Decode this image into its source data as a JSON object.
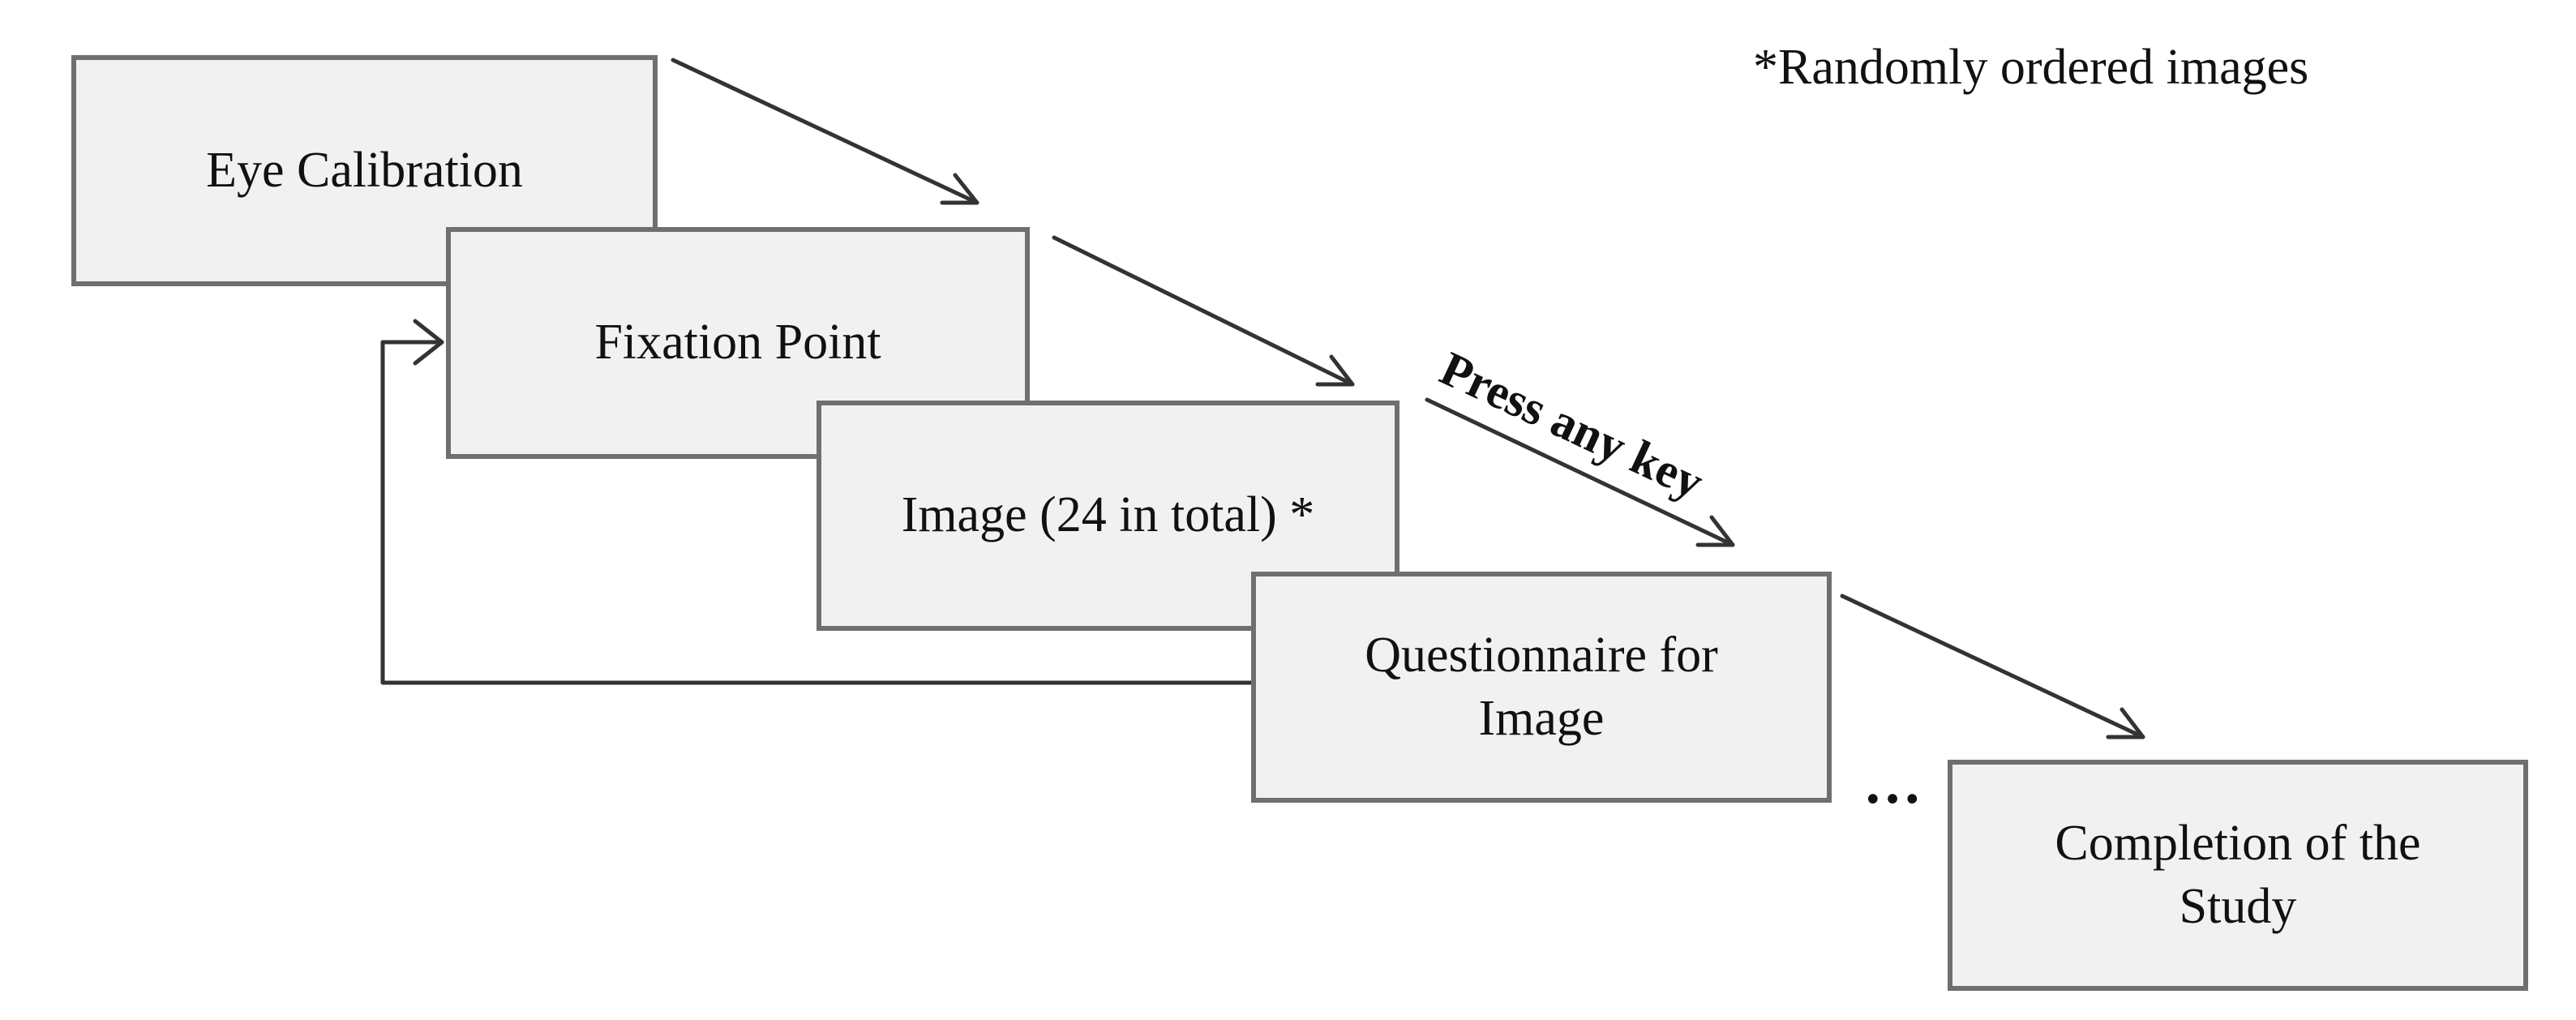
{
  "note": "*Randomly ordered images",
  "steps": {
    "eye_calibration": "Eye Calibration",
    "fixation_point": "Fixation Point",
    "image": "Image (24 in total) *",
    "questionnaire": "Questionnaire for Image",
    "completion": "Completion of the Study"
  },
  "arrow_label": "Press any key",
  "ellipsis": "…",
  "colors": {
    "box_fill": "#f1f1f1",
    "box_border": "#6f6f6f",
    "line": "#333333",
    "text": "#111111"
  }
}
